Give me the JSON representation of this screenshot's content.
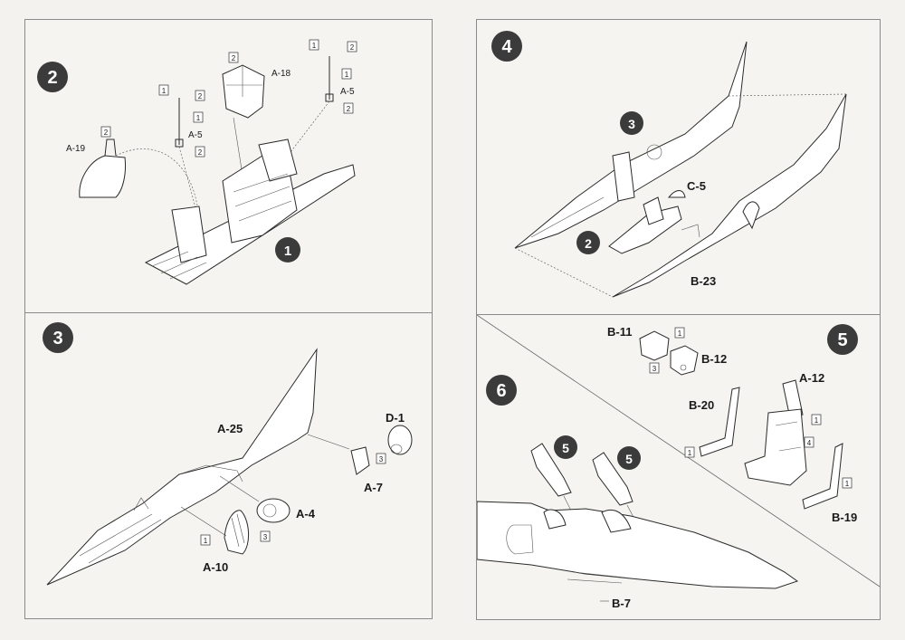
{
  "panels": {
    "step2": {
      "step": "2",
      "parts": {
        "a19": "A-19",
        "a18": "A-18",
        "a5_left": "A-5",
        "a5_right": "A-5"
      },
      "assembly_badge": "1",
      "qty": {
        "a19": "2",
        "a18": "2",
        "left_top": "1",
        "left_mid": "2",
        "left_low": "1",
        "left_bot": "2",
        "right_top1": "1",
        "right_top2": "2",
        "right_mid": "1",
        "right_bot": "2"
      }
    },
    "step3": {
      "step": "3",
      "parts": {
        "a25": "A-25",
        "d1": "D-1",
        "a7": "A-7",
        "a4": "A-4",
        "a10": "A-10"
      },
      "qty": {
        "a7": "3",
        "a4": "3",
        "a10": "1"
      }
    },
    "step4": {
      "step": "4",
      "parts": {
        "c5": "C-5",
        "b23": "B-23"
      },
      "sub_badges": {
        "upper": "3",
        "lower": "2"
      }
    },
    "step5": {
      "step": "5",
      "parts": {
        "b11": "B-11",
        "b12": "B-12",
        "b20": "B-20",
        "a12": "A-12",
        "b19": "B-19"
      },
      "qty": {
        "b11": "1",
        "b12": "3",
        "b20": "1",
        "a12": "1",
        "seat": "4",
        "b19": "1"
      }
    },
    "step6": {
      "step": "6",
      "parts": {
        "b7": "B-7"
      },
      "sub_badges": {
        "left": "5",
        "right": "5"
      }
    }
  },
  "colors": {
    "badge": "#3b3b3b",
    "badge_text": "#ffffff",
    "line": "#2a2a2a",
    "paper": "#f5f4f1"
  }
}
